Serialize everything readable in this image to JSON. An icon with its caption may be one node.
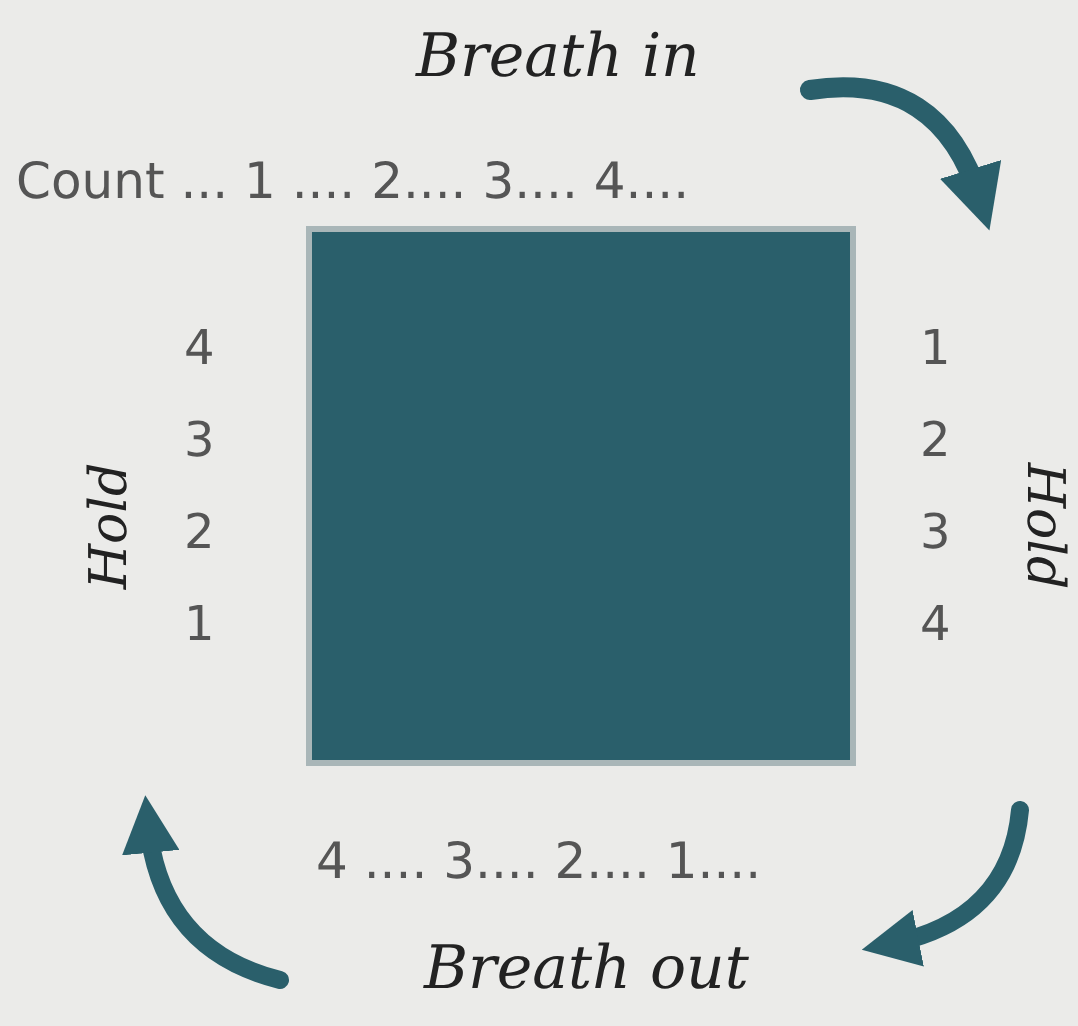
{
  "diagram": {
    "nodes": [
      {
        "text": [],
        "shape": "box"
      }
    ],
    "labels": [
      "Breath in",
      "Count ... 1 .... 2.... 3.... 4....",
      "4",
      "3",
      "2",
      "1",
      "Hold",
      "1",
      "2",
      "3",
      "4",
      "Hold",
      "4 .... 3.... 2.... 1....",
      "Breath out"
    ]
  }
}
